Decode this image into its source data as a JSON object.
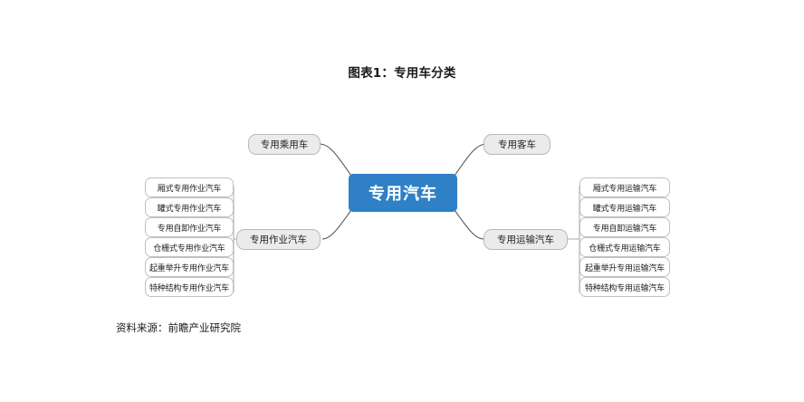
{
  "title": "图表1：专用车分类",
  "source": "资料来源：前瞻产业研究院",
  "colors": {
    "center_fill": "#2f80c6",
    "center_text": "#ffffff",
    "branch_fill": "#ebebeb",
    "branch_border": "#b9b9b9",
    "leaf_border": "#c0c0c0",
    "connector": "#595959",
    "background": "#ffffff"
  },
  "diagram": {
    "type": "mindmap",
    "center": {
      "label": "专用汽车"
    },
    "branches": [
      {
        "id": "passenger",
        "label": "专用乘用车",
        "position": "top-left",
        "leaves": []
      },
      {
        "id": "bus",
        "label": "专用客车",
        "position": "top-right",
        "leaves": []
      },
      {
        "id": "operation",
        "label": "专用作业汽车",
        "position": "bottom-left",
        "leaves": [
          {
            "label": "厢式专用作业汽车"
          },
          {
            "label": "罐式专用作业汽车"
          },
          {
            "label": "专用自卸作业汽车"
          },
          {
            "label": "仓栅式专用作业汽车"
          },
          {
            "label": "起重举升专用作业汽车"
          },
          {
            "label": "特种结构专用作业汽车"
          }
        ]
      },
      {
        "id": "transport",
        "label": "专用运输汽车",
        "position": "bottom-right",
        "leaves": [
          {
            "label": "厢式专用运输汽车"
          },
          {
            "label": "罐式专用运输汽车"
          },
          {
            "label": "专用自卸运输汽车"
          },
          {
            "label": "仓栅式专用运输汽车"
          },
          {
            "label": "起重举升专用运输汽车"
          },
          {
            "label": "特种结构专用运输汽车"
          }
        ]
      }
    ]
  }
}
